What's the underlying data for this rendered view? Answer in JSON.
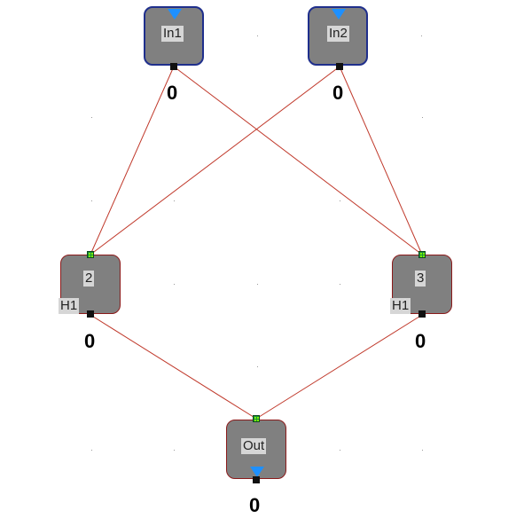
{
  "nodes": {
    "in1": {
      "label": "In1",
      "value": "0"
    },
    "in2": {
      "label": "In2",
      "value": "0"
    },
    "hidden2": {
      "label": "2",
      "tag": "H1",
      "value": "0"
    },
    "hidden3": {
      "label": "3",
      "tag": "H1",
      "value": "0"
    },
    "out": {
      "label": "Out",
      "value": "0"
    }
  },
  "colors": {
    "node_fill": "#808080",
    "input_border": "#1f2f8c",
    "edge": "#c0392b",
    "input_marker": "#1e90ff",
    "port": "#1d8f3a"
  }
}
